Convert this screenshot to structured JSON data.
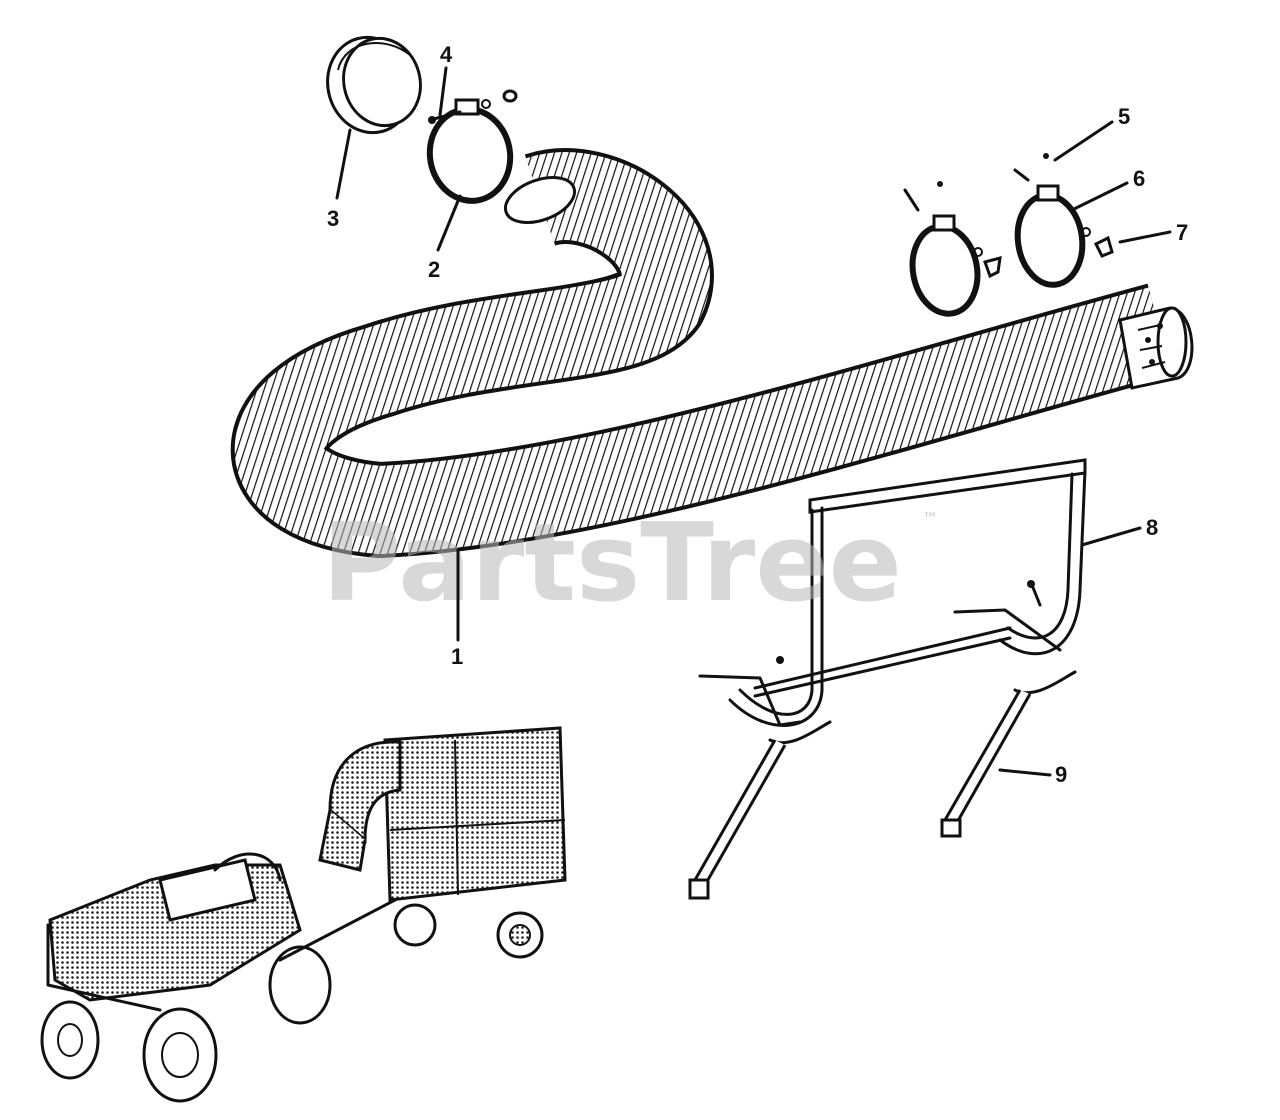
{
  "watermark": {
    "text": "PartsTree",
    "mark": "™"
  },
  "callouts": [
    {
      "id": "1",
      "label": "1"
    },
    {
      "id": "2",
      "label": "2"
    },
    {
      "id": "3",
      "label": "3"
    },
    {
      "id": "4",
      "label": "4"
    },
    {
      "id": "5",
      "label": "5"
    },
    {
      "id": "6",
      "label": "6"
    },
    {
      "id": "7",
      "label": "7"
    },
    {
      "id": "8",
      "label": "8"
    },
    {
      "id": "9",
      "label": "9"
    }
  ]
}
